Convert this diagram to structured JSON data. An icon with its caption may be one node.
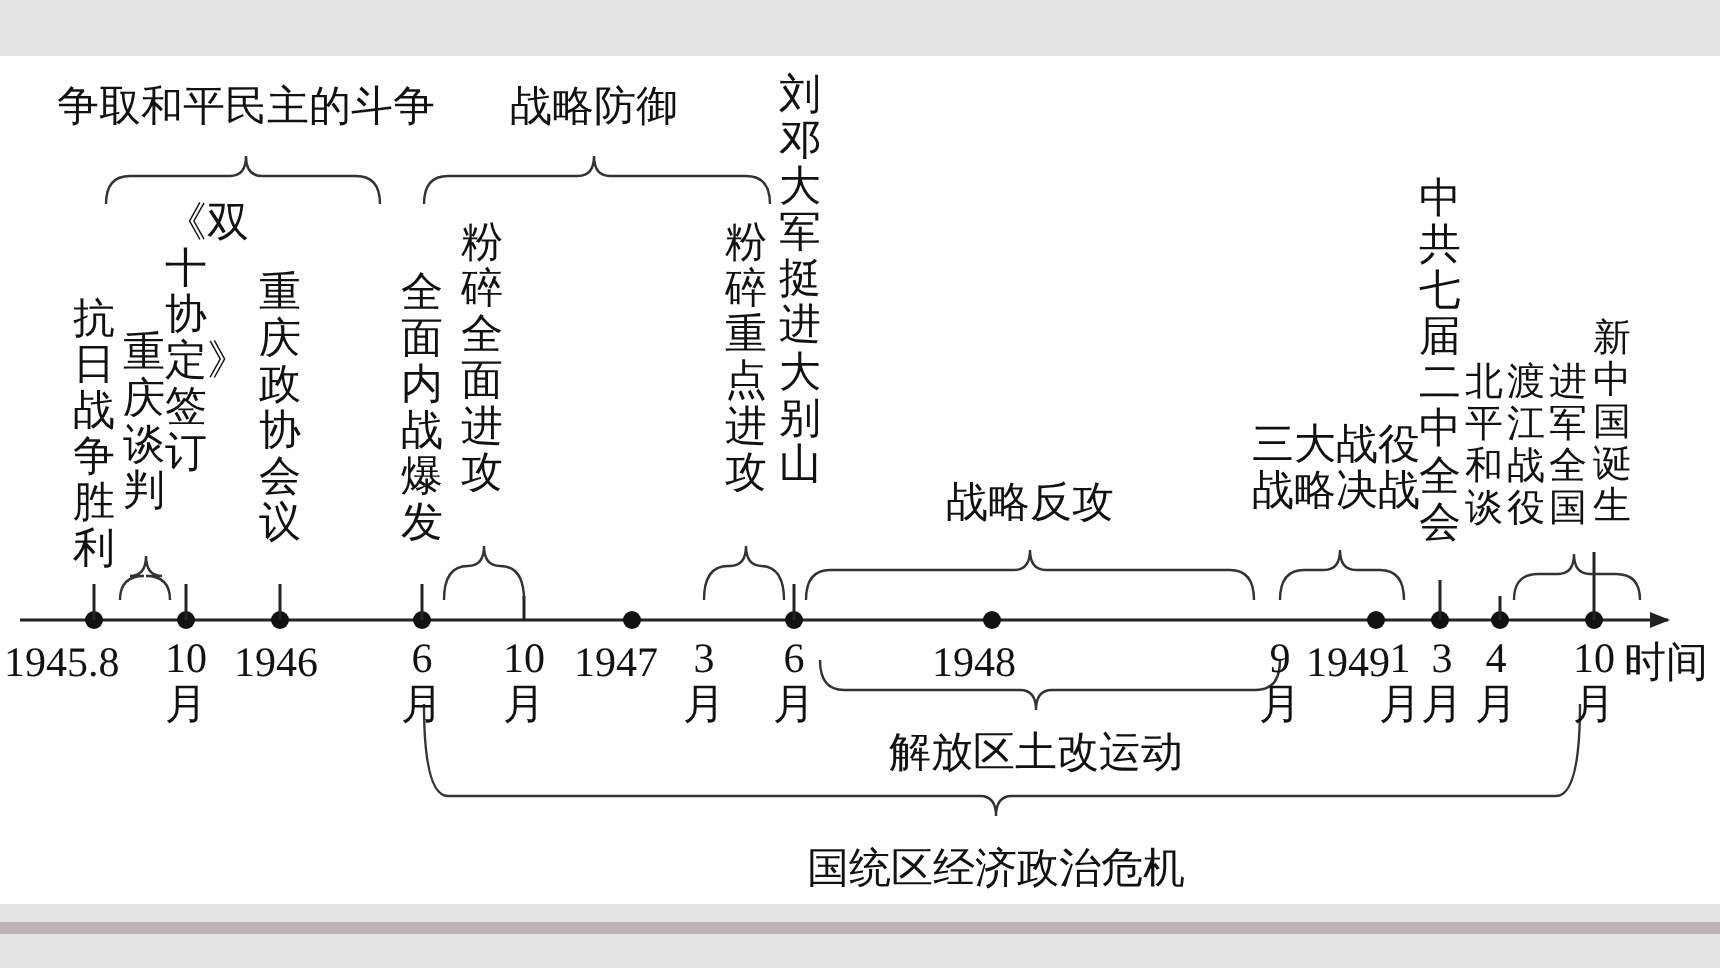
{
  "diagram": {
    "labels": [
      "争取和平民主的斗争",
      "战略防御",
      "抗日战争胜利",
      "重庆谈判",
      "《双十协定》签订",
      "重庆政协会议",
      "全面内战爆发",
      "粉碎全面进攻",
      "粉碎重点进攻",
      "刘邓大军挺进大别山",
      "战略反攻",
      "三大战役战略决战",
      "中共七届二中全会",
      "北平和谈",
      "渡江战役",
      "进军全国",
      "新中国诞生",
      "1945.8",
      "10月",
      "1946",
      "6月",
      "10月",
      "1947",
      "3月",
      "6月",
      "1948",
      "9月",
      "1949",
      "1月",
      "3月",
      "4月",
      "10月",
      "时间",
      "解放区土改运动",
      "国统区经济政治危机"
    ]
  }
}
